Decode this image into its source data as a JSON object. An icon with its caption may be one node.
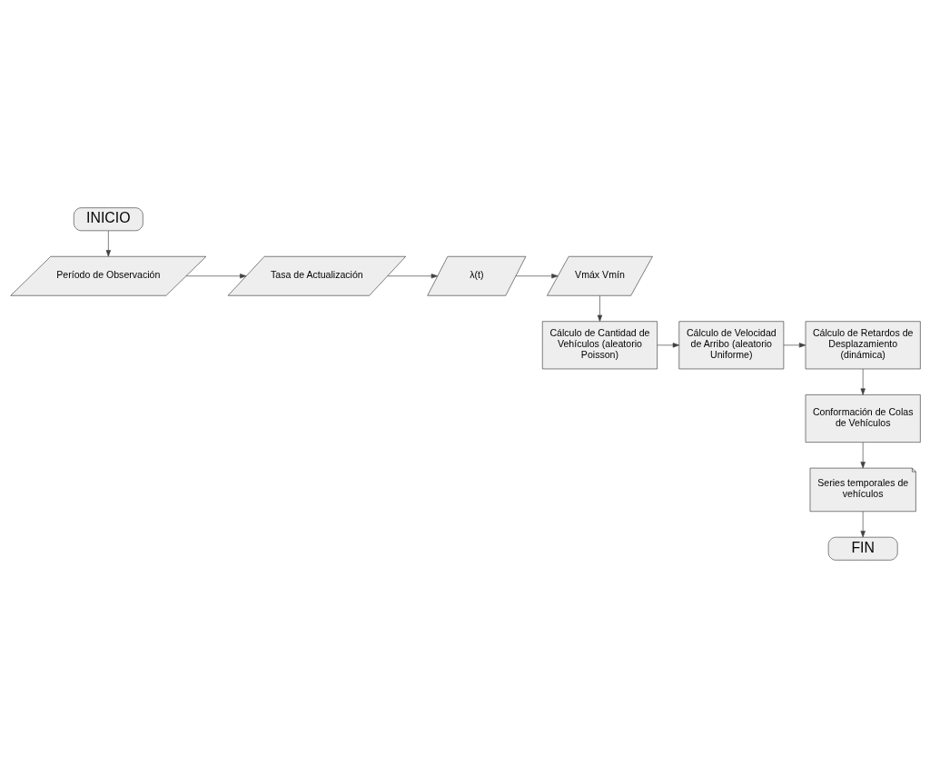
{
  "diagram": {
    "nodes": [
      {
        "text": [
          "INICIO"
        ]
      },
      {
        "text": [
          "Período de Observación"
        ]
      },
      {
        "text": [
          "Tasa de Actualización"
        ]
      },
      {
        "text": [
          "λ(t)"
        ]
      },
      {
        "text": [
          "Vmáx Vmín"
        ]
      },
      {
        "text": [
          "Cálculo de Cantidad de Vehículos (aleatorio Poisson)"
        ]
      },
      {
        "text": [
          "Cálculo de Velocidad de Arribo (aleatorio Uniforme)"
        ]
      },
      {
        "text": [
          "Cálculo de Retardos de Desplazamiento (dinámica)"
        ]
      },
      {
        "text": [
          "Conformación de Colas de Vehículos"
        ]
      },
      {
        "text": [
          "Series temporales de vehículos"
        ]
      },
      {
        "text": [
          "FIN"
        ]
      }
    ],
    "edges": [
      {
        "from": 0,
        "to": 1,
        "arrow": "to"
      },
      {
        "from": 1,
        "to": 2,
        "arrow": "to"
      },
      {
        "from": 2,
        "to": 3,
        "arrow": "to"
      },
      {
        "from": 3,
        "to": 4,
        "arrow": "to"
      },
      {
        "from": 4,
        "to": 5,
        "arrow": "to"
      },
      {
        "from": 5,
        "to": 6,
        "arrow": "to"
      },
      {
        "from": 6,
        "to": 7,
        "arrow": "to"
      },
      {
        "from": 7,
        "to": 8,
        "arrow": "to"
      },
      {
        "from": 8,
        "to": 9,
        "arrow": "to"
      },
      {
        "from": 9,
        "to": 10,
        "arrow": "to"
      }
    ]
  }
}
